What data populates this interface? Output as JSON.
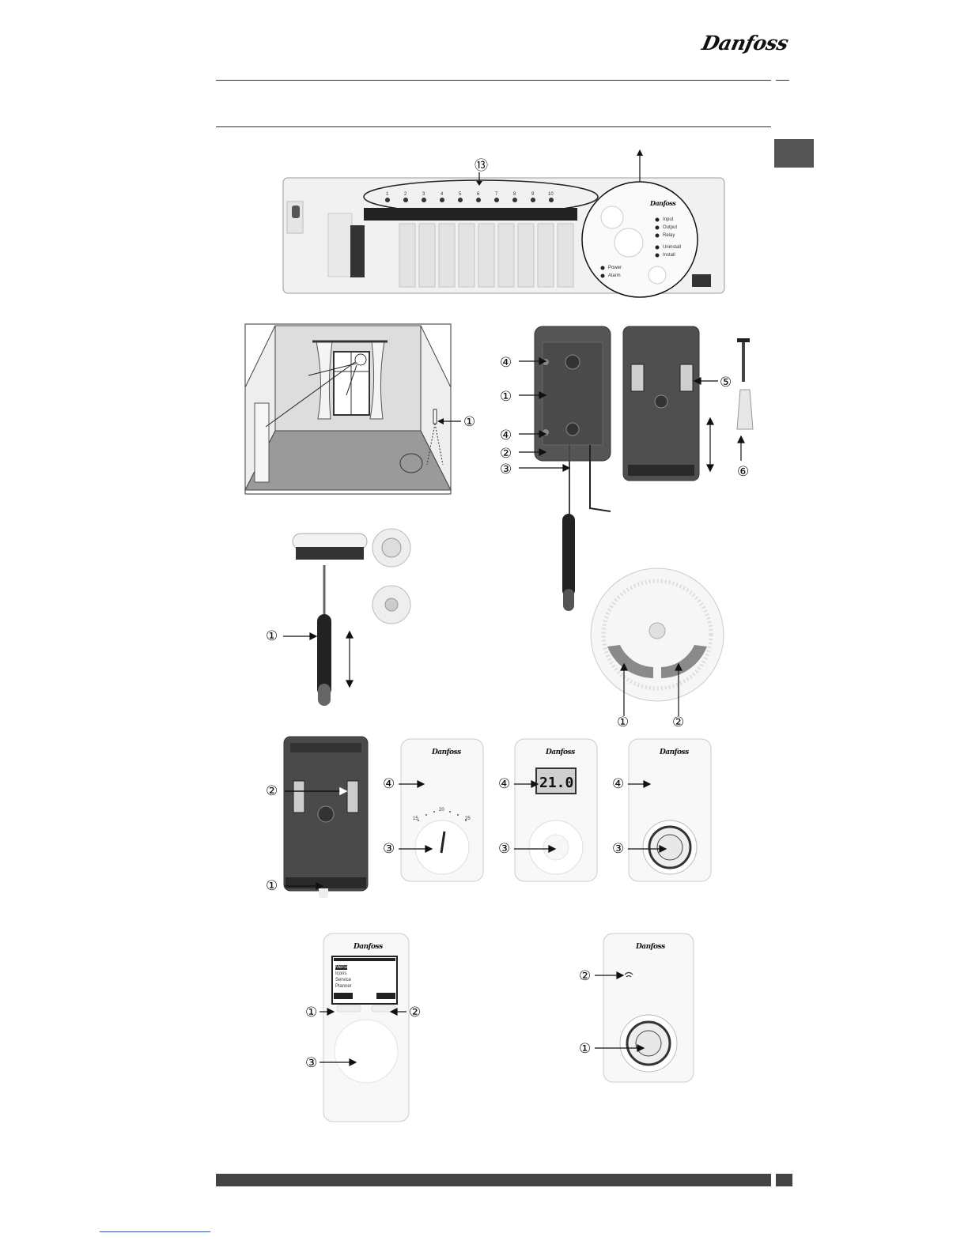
{
  "brand": {
    "logo_text": "Danfoss"
  },
  "controller": {
    "callout": "⑬",
    "channels": [
      "1",
      "2",
      "3",
      "4",
      "5",
      "6",
      "7",
      "8",
      "9",
      "10"
    ],
    "status_leds": [
      "Input",
      "Output",
      "Relay",
      "Uninstall",
      "Install"
    ],
    "power_leds": [
      "Power",
      "Alarm"
    ]
  },
  "room": {
    "callout_1": "①"
  },
  "wall_plate": {
    "callouts": [
      "④",
      "①",
      "④",
      "②",
      "③",
      "⑤",
      "⑥"
    ]
  },
  "sensor": {
    "callout_1": "①",
    "dial_callouts": [
      "①",
      "②"
    ]
  },
  "thermostats": {
    "back_callouts": [
      "②",
      "①"
    ],
    "dial": {
      "callouts": [
        "④",
        "③"
      ],
      "scale": [
        "15",
        "20",
        "25"
      ]
    },
    "display": {
      "callouts": [
        "④",
        "③"
      ],
      "temperature": "21.0"
    },
    "ring": {
      "callouts": [
        "④",
        "③"
      ]
    }
  },
  "remote": {
    "callouts": [
      "①",
      "②",
      "③"
    ],
    "menu": [
      "Menu",
      "Icons",
      "Service",
      "Planner"
    ]
  },
  "wireless": {
    "callouts": [
      "②",
      "①"
    ]
  },
  "colors": {
    "rule": "#333333",
    "tab": "#555555",
    "footer": "#444444"
  }
}
